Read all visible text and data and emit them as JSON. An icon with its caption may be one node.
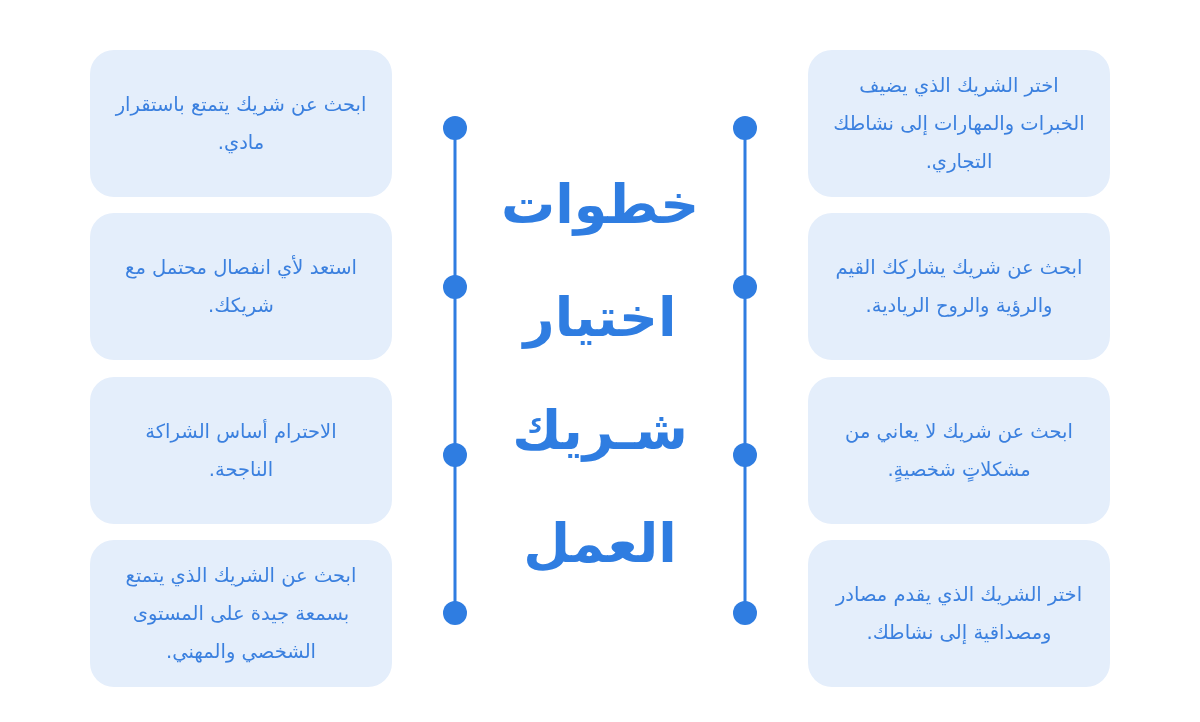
{
  "diagram": {
    "title": "خطوات اختيار شـريك العمل",
    "nodes": [
      {
        "text": [
          "اختر الشريك الذي يضيف الخبرات والمهارات إلى نشاطك التجاري."
        ]
      },
      {
        "text": [
          "ابحث عن شريك يشاركك القيم والرؤية والروح الريادية."
        ]
      },
      {
        "text": [
          "ابحث عن شريك لا يعاني من مشكلاتٍ شخصيةٍ."
        ]
      },
      {
        "text": [
          "اختر الشريك الذي يقدم مصادر ومصداقية إلى نشاطك."
        ]
      },
      {
        "text": [
          "ابحث عن شريك يتمتع باستقرار مادي."
        ]
      },
      {
        "text": [
          "استعد لأي انفصال محتمل مع شريكك."
        ]
      },
      {
        "text": [
          "الاحترام أساس الشراكة الناجحة."
        ]
      },
      {
        "text": [
          "ابحث عن الشريك الذي يتمتع بسمعة جيدة على المستوى الشخصي والمهني."
        ]
      }
    ]
  }
}
